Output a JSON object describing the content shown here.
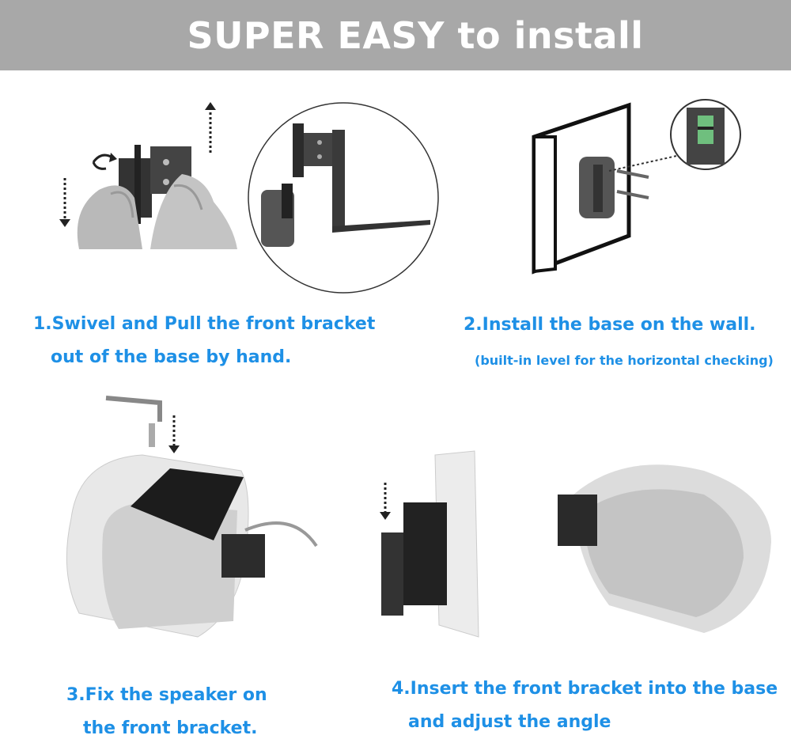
{
  "banner": {
    "title": "SUPER EASY to install",
    "bg": "#a8a8a8"
  },
  "accent": "#1e90e6",
  "steps": [
    {
      "line1": "1.Swivel and Pull the front bracket",
      "line2": "out of the base by hand."
    },
    {
      "line1": "2.Install the base on the wall.",
      "line2": "(built-in level for the horizontal checking)"
    },
    {
      "line1": "3.Fix the speaker on",
      "line2": "the front bracket."
    },
    {
      "line1": "4.Insert the front bracket into the base",
      "line2": "and adjust the angle"
    }
  ]
}
